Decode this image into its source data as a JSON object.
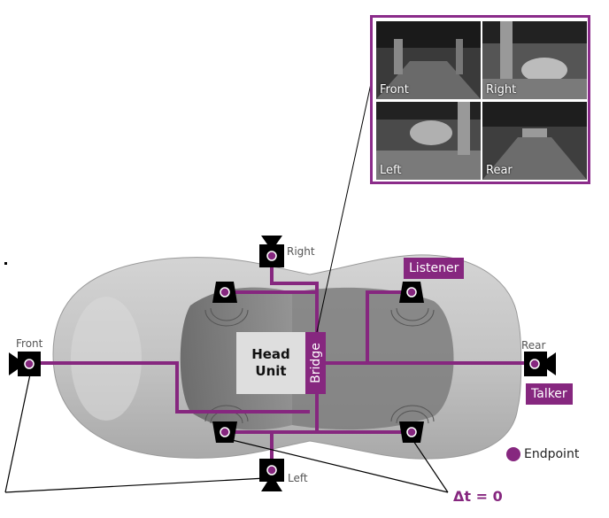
{
  "camera_views": [
    {
      "label": "Front"
    },
    {
      "label": "Right"
    },
    {
      "label": "Left"
    },
    {
      "label": "Rear"
    }
  ],
  "camera_labels": {
    "front": "Front",
    "right": "Right",
    "left": "Left",
    "rear": "Rear"
  },
  "head_unit": {
    "line1": "Head",
    "line2": "Unit"
  },
  "bridge_label": "Bridge",
  "listener_label": "Listener",
  "talker_label": "Talker",
  "legend": {
    "endpoint": "Endpoint"
  },
  "delta_t": "Δt = 0",
  "colors": {
    "accent": "#86277f",
    "car_body": "#bdbdbd",
    "glass": "#6f6f6f"
  }
}
